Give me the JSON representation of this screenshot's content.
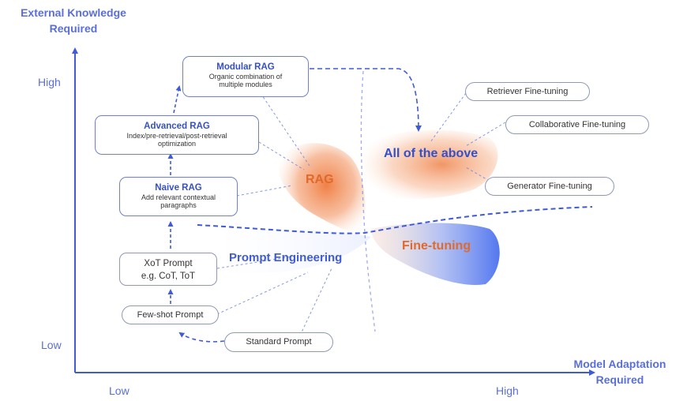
{
  "axes": {
    "y_title": "External Knowledge Required",
    "y_title_line1": "External Knowledge",
    "y_title_line2": "Required",
    "x_title_line1": "Model Adaptation",
    "x_title_line2": "Required",
    "y_high": "High",
    "y_low": "Low",
    "x_low": "Low",
    "x_high": "High"
  },
  "regions": {
    "rag": "RAG",
    "fine_tuning": "Fine-tuning",
    "prompt_engineering": "Prompt Engineering",
    "all_of_above": "All of the above"
  },
  "rag_boxes": {
    "modular": {
      "title": "Modular RAG",
      "line1": "Organic combination of",
      "line2": "multiple modules"
    },
    "advanced": {
      "title": "Advanced RAG",
      "line1": "Index/pre-retrieval/post-retrieval",
      "line2": "optimization"
    },
    "naive": {
      "title": "Naive RAG",
      "line1": "Add relevant contextual",
      "line2": "paragraphs"
    }
  },
  "prompt_boxes": {
    "xot_line1": "XoT Prompt",
    "xot_line2": "e.g. CoT, ToT",
    "few_shot": "Few-shot Prompt",
    "standard": "Standard Prompt"
  },
  "finetune_pills": {
    "retriever": "Retriever Fine-tuning",
    "collaborative": "Collaborative Fine-tuning",
    "generator": "Generator Fine-tuning"
  },
  "colors": {
    "accent": "#3550c7",
    "axis": "#3f5bd6",
    "rag_orange": "#ef7a3c",
    "finetune_blue": "#5b7ef0"
  }
}
